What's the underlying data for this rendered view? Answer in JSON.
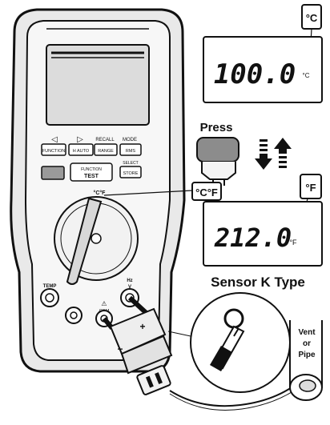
{
  "meter": {
    "button_labels": [
      "FUNCTION",
      "H AUTO",
      "RANGE",
      "RMS",
      "FUNCTION",
      "TEST",
      "SELECT",
      "STORE"
    ],
    "arrow_labels": [
      "◁",
      "▷",
      "RECALL",
      "MODE"
    ],
    "dial_unit": "°C°F",
    "jack_labels": [
      "TEMP",
      "COM",
      "Hz",
      "V"
    ]
  },
  "celsius_display": {
    "unit_tag": "°C",
    "reading": "100.0",
    "unit_small": "°C"
  },
  "press": {
    "label": "Press"
  },
  "fahrenheit_display": {
    "unit_tag": "°F",
    "reading": "212.0",
    "unit_small": "°F"
  },
  "dial_callout_tag": "°C°F",
  "sensor_label": "Sensor K Type",
  "vent_label": [
    "Vent",
    "or",
    "Pipe"
  ],
  "probe_polarity": [
    "+",
    "−"
  ]
}
